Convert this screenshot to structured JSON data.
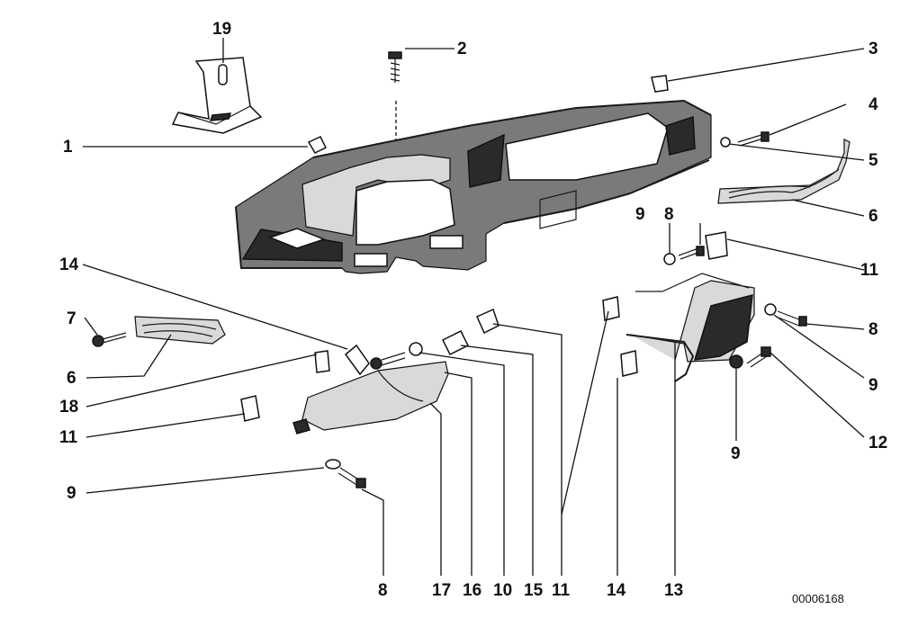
{
  "figure": {
    "document_number": "00006168",
    "callouts": [
      {
        "id": "c1",
        "text": "1"
      },
      {
        "id": "c2",
        "text": "2"
      },
      {
        "id": "c3",
        "text": "3"
      },
      {
        "id": "c4",
        "text": "4"
      },
      {
        "id": "c5",
        "text": "5"
      },
      {
        "id": "c6a",
        "text": "6"
      },
      {
        "id": "c6b",
        "text": "6"
      },
      {
        "id": "c7",
        "text": "7"
      },
      {
        "id": "c8a",
        "text": "8"
      },
      {
        "id": "c8b",
        "text": "8"
      },
      {
        "id": "c8c",
        "text": "8"
      },
      {
        "id": "c9a",
        "text": "9"
      },
      {
        "id": "c9b",
        "text": "9"
      },
      {
        "id": "c9c",
        "text": "9"
      },
      {
        "id": "c9d",
        "text": "9"
      },
      {
        "id": "c10",
        "text": "10"
      },
      {
        "id": "c11a",
        "text": "11"
      },
      {
        "id": "c11b",
        "text": "11"
      },
      {
        "id": "c11c",
        "text": "11"
      },
      {
        "id": "c12",
        "text": "12"
      },
      {
        "id": "c13",
        "text": "13"
      },
      {
        "id": "c14a",
        "text": "14"
      },
      {
        "id": "c14b",
        "text": "14"
      },
      {
        "id": "c15",
        "text": "15"
      },
      {
        "id": "c16",
        "text": "16"
      },
      {
        "id": "c17",
        "text": "17"
      },
      {
        "id": "c18",
        "text": "18"
      },
      {
        "id": "c19",
        "text": "19"
      }
    ]
  }
}
